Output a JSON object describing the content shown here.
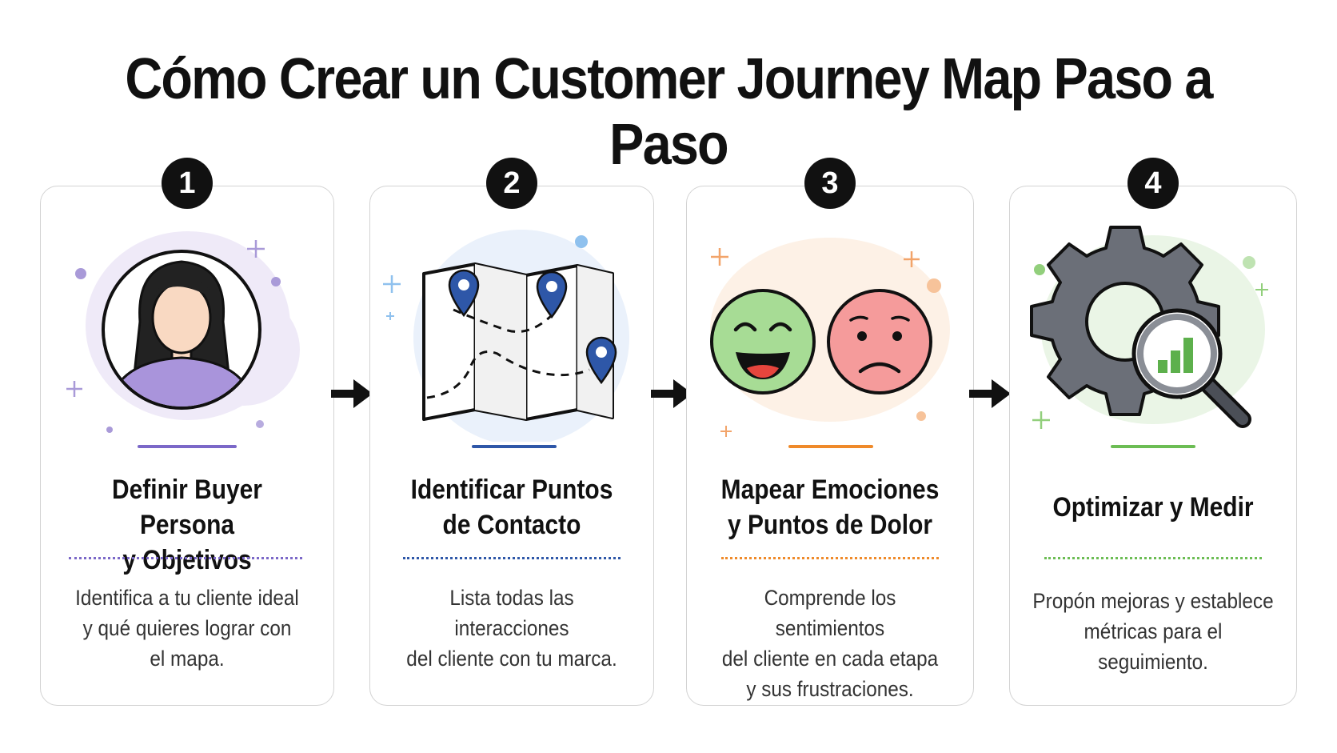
{
  "title": "Cómo Crear un Customer Journey Map Paso a Paso",
  "steps": [
    {
      "number": "1",
      "title_line1": "Definir Buyer Persona",
      "title_line2": "y Objetivos",
      "desc_line1": "Identifica a tu cliente ideal",
      "desc_line2": "y qué quieres lograr con",
      "desc_line3": "el mapa.",
      "accent_color": "#7b68c8",
      "icon": "woman-avatar-icon"
    },
    {
      "number": "2",
      "title_line1": "Identificar Puntos",
      "title_line2": "de Contacto",
      "desc_line1": "Lista todas las interacciones",
      "desc_line2": "del cliente con tu marca.",
      "accent_color": "#2e57a8",
      "icon": "map-pins-icon"
    },
    {
      "number": "3",
      "title_line1": "Mapear Emociones",
      "title_line2": "y Puntos de Dolor",
      "desc_line1": "Comprende los sentimientos",
      "desc_line2": "del cliente en cada etapa",
      "desc_line3": "y sus frustraciones.",
      "accent_color": "#ef8a2a",
      "icon": "happy-sad-faces-icon"
    },
    {
      "number": "4",
      "title_line1": "Optimizar y Medir",
      "desc_line1": "Propón mejoras y establece",
      "desc_line2": "métricas para el seguimiento.",
      "accent_color": "#6cbd54",
      "icon": "gear-magnifier-chart-icon"
    }
  ],
  "arrow_icon": "right-arrow-icon"
}
